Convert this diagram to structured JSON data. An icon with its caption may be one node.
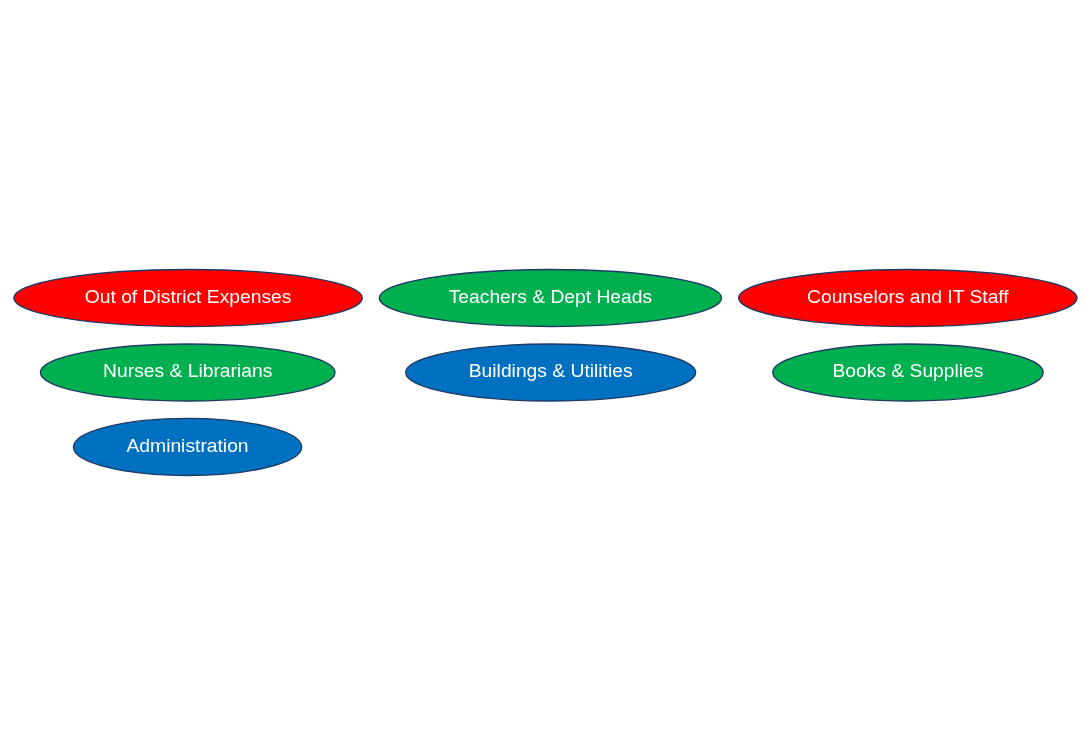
{
  "diagram": {
    "nodes": [
      {
        "text": [
          "Buildings & Utilities"
        ]
      },
      {
        "text": [
          "Administration"
        ]
      },
      {
        "text": [
          "Teachers & Dept Heads"
        ]
      },
      {
        "text": [
          "Nurses & Librarians"
        ]
      },
      {
        "text": [
          "Books & Supplies"
        ]
      },
      {
        "text": [
          "Out of District Expenses"
        ]
      },
      {
        "text": [
          "Counselors and IT Staff"
        ]
      }
    ]
  }
}
